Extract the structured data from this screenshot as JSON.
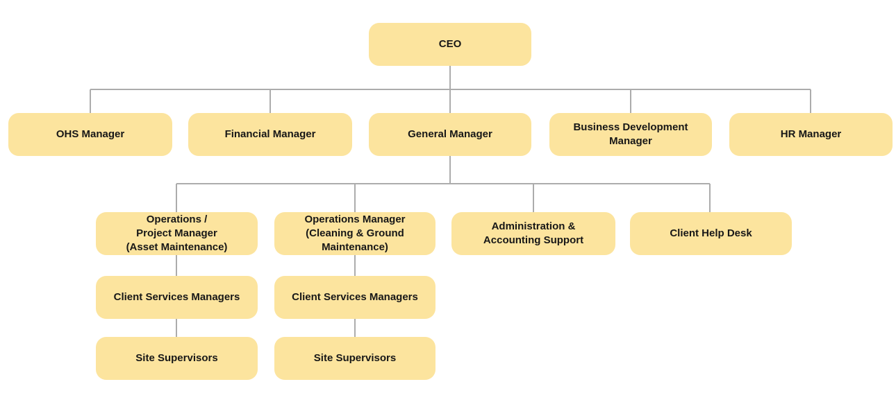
{
  "diagram": {
    "type": "org-chart",
    "colors": {
      "node_fill": "#FCE49E",
      "connector": "#ACACAC",
      "text": "#171717",
      "background": "#FFFFFF"
    },
    "nodes": [
      {
        "id": "ceo",
        "label": "CEO",
        "reports_to": null
      },
      {
        "id": "ohs-manager",
        "label": "OHS Manager",
        "reports_to": "ceo"
      },
      {
        "id": "financial-manager",
        "label": "Financial Manager",
        "reports_to": "ceo"
      },
      {
        "id": "general-manager",
        "label": "General Manager",
        "reports_to": "ceo"
      },
      {
        "id": "business-development-manager",
        "label": "Business Development\nManager",
        "reports_to": "ceo"
      },
      {
        "id": "hr-manager",
        "label": "HR Manager",
        "reports_to": "ceo"
      },
      {
        "id": "operations-project-manager-asset",
        "label": "Operations /\nProject Manager\n(Asset Maintenance)",
        "reports_to": "general-manager"
      },
      {
        "id": "operations-manager-cleaning-ground",
        "label": "Operations Manager\n(Cleaning & Ground\nMaintenance)",
        "reports_to": "general-manager"
      },
      {
        "id": "administration-accounting-support",
        "label": "Administration &\nAccounting Support",
        "reports_to": "general-manager"
      },
      {
        "id": "client-help-desk",
        "label": "Client Help Desk",
        "reports_to": "general-manager"
      },
      {
        "id": "client-services-managers-asset",
        "label": "Client Services Managers",
        "reports_to": "operations-project-manager-asset"
      },
      {
        "id": "client-services-managers-cleaning",
        "label": "Client Services Managers",
        "reports_to": "operations-manager-cleaning-ground"
      },
      {
        "id": "site-supervisors-asset",
        "label": "Site Supervisors",
        "reports_to": "client-services-managers-asset"
      },
      {
        "id": "site-supervisors-cleaning",
        "label": "Site Supervisors",
        "reports_to": "client-services-managers-cleaning"
      }
    ]
  }
}
